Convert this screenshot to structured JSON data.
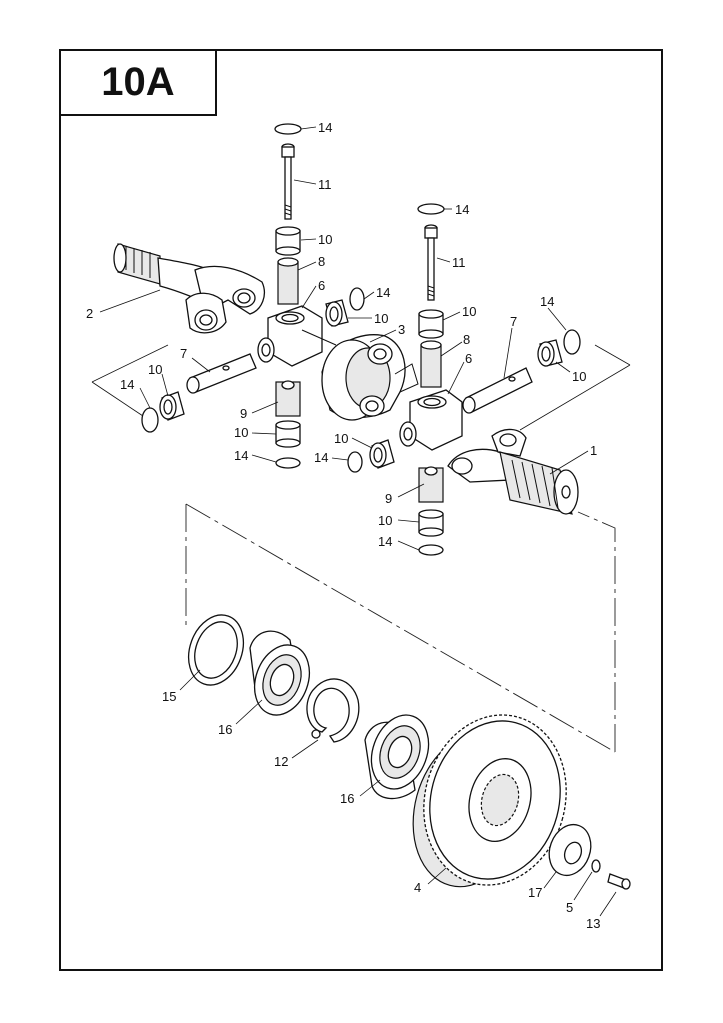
{
  "figure_id": "10A",
  "part_labels": [
    {
      "key": "l14a",
      "text": "14"
    },
    {
      "key": "l11a",
      "text": "11"
    },
    {
      "key": "l10a",
      "text": "10"
    },
    {
      "key": "l8a",
      "text": "8"
    },
    {
      "key": "l6a",
      "text": "6"
    },
    {
      "key": "l14b",
      "text": "14"
    },
    {
      "key": "l10b",
      "text": "10"
    },
    {
      "key": "l2",
      "text": "2"
    },
    {
      "key": "l3",
      "text": "3"
    },
    {
      "key": "l7a",
      "text": "7"
    },
    {
      "key": "l14c",
      "text": "14"
    },
    {
      "key": "l10c",
      "text": "10"
    },
    {
      "key": "l9a",
      "text": "9"
    },
    {
      "key": "l10d",
      "text": "10"
    },
    {
      "key": "l14d",
      "text": "14"
    },
    {
      "key": "l14e",
      "text": "14"
    },
    {
      "key": "l11b",
      "text": "11"
    },
    {
      "key": "l10e",
      "text": "10"
    },
    {
      "key": "l8b",
      "text": "8"
    },
    {
      "key": "l6b",
      "text": "6"
    },
    {
      "key": "l7b",
      "text": "7"
    },
    {
      "key": "l14f",
      "text": "14"
    },
    {
      "key": "l10f",
      "text": "10"
    },
    {
      "key": "l10g",
      "text": "10"
    },
    {
      "key": "l14g",
      "text": "14"
    },
    {
      "key": "l1",
      "text": "1"
    },
    {
      "key": "l9b",
      "text": "9"
    },
    {
      "key": "l10h",
      "text": "10"
    },
    {
      "key": "l14h",
      "text": "14"
    },
    {
      "key": "l15",
      "text": "15"
    },
    {
      "key": "l16a",
      "text": "16"
    },
    {
      "key": "l12",
      "text": "12"
    },
    {
      "key": "l16b",
      "text": "16"
    },
    {
      "key": "l4",
      "text": "4"
    },
    {
      "key": "l17",
      "text": "17"
    },
    {
      "key": "l5",
      "text": "5"
    },
    {
      "key": "l13",
      "text": "13"
    }
  ],
  "colors": {
    "ink": "#111111",
    "paper": "#ffffff",
    "shade": "#e8e8e8"
  }
}
